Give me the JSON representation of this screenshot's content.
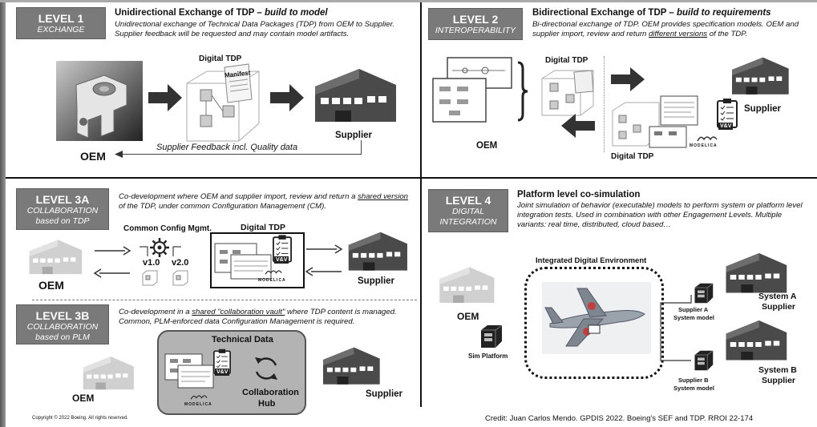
{
  "level1": {
    "badge_title": "LEVEL 1",
    "badge_sub": "EXCHANGE",
    "heading_plain": "Unidirectional Exchange of TDP – ",
    "heading_em": "build to model",
    "desc": "Unidirectional exchange of Technical Data Packages (TDP) from OEM to Supplier. Supplier feedback will be requested and may contain model artifacts.",
    "digital_tdp": "Digital TDP",
    "manifest": "Manifest",
    "supplier": "Supplier",
    "feedback": "Supplier Feedback incl. Quality data",
    "oem": "OEM"
  },
  "level2": {
    "badge_title": "LEVEL 2",
    "badge_sub": "INTEROPERABILITY",
    "heading_plain": "Bidirectional Exchange of TDP – ",
    "heading_em": "build to requirements",
    "desc_a": "Bi-directional exchange of TDP. OEM provides specification models. OEM and supplier import, review and return ",
    "desc_u": "different versions",
    "desc_b": " of the TDP.",
    "digital_tdp_top": "Digital TDP",
    "digital_tdp_bottom": "Digital TDP",
    "oem": "OEM",
    "supplier": "Supplier",
    "vv": "V&V",
    "modelica": "MODELICA"
  },
  "level3a": {
    "badge_title": "LEVEL 3A",
    "badge_sub1": "COLLABORATION",
    "badge_sub2": "based on TDP",
    "desc_a": "Co-development where OEM and supplier import, review and return a ",
    "desc_u": "shared version",
    "desc_b": " of the TDP, under common Configuration Management (CM).",
    "common_config": "Common Config Mgmt.",
    "v1": "v1.0",
    "v2": "v2.0",
    "digital_tdp": "Digital TDP",
    "oem": "OEM",
    "supplier": "Supplier",
    "vv": "V&V",
    "modelica": "MODELICA"
  },
  "level3b": {
    "badge_title": "LEVEL 3B",
    "badge_sub1": "COLLABORATION",
    "badge_sub2": "based on PLM",
    "desc_a": "Co-development in a ",
    "desc_u": "shared \"collaboration vault\"",
    "desc_b": " where TDP content is managed. Common, PLM-enforced data Configuration Management is required.",
    "technical_data": "Technical Data",
    "collab_hub1": "Collaboration",
    "collab_hub2": "Hub",
    "oem": "OEM",
    "supplier": "Supplier",
    "vv": "V&V",
    "modelica": "MODELICA"
  },
  "level4": {
    "badge_title": "LEVEL 4",
    "badge_sub1": "DIGITAL",
    "badge_sub2": "INTEGRATION",
    "heading": "Platform level co-simulation",
    "desc": "Joint simulation of behavior (executable) models to perform system or platform level integration tests. Used in combination with other Engagement Levels. Multiple variants: real time, distributed, cloud based…",
    "env_label": "Integrated Digital Environment",
    "oem": "OEM",
    "sim_platform": "Sim Platform",
    "supplier_a_model1": "Supplier A",
    "supplier_a_model2": "System model",
    "supplier_b_model1": "Supplier B",
    "supplier_b_model2": "System model",
    "system_a1": "System A",
    "system_a2": "Supplier",
    "system_b1": "System B",
    "system_b2": "Supplier"
  },
  "footer": {
    "copyright": "Copyright © 2022 Boeing. All rights reserved.",
    "credit": "Credit:  Juan Carlos Mendo. GPDIS 2022. Boeing's SEF and TDP. RROI 22-174"
  }
}
